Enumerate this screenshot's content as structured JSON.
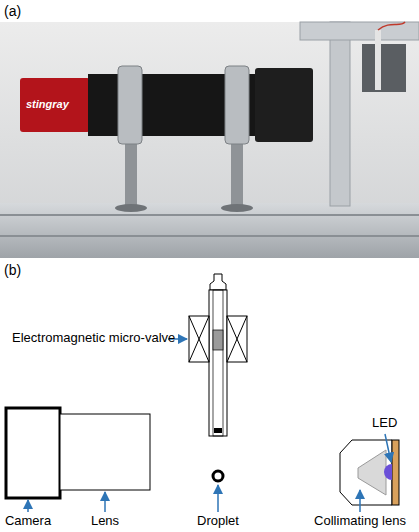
{
  "diagram": {
    "labels": [
      "(a)",
      "stingray",
      "(b)",
      "Electromagnetic micro-valve",
      "LED",
      "Camera",
      "Lens",
      "Droplet",
      "Collimating lens"
    ]
  }
}
